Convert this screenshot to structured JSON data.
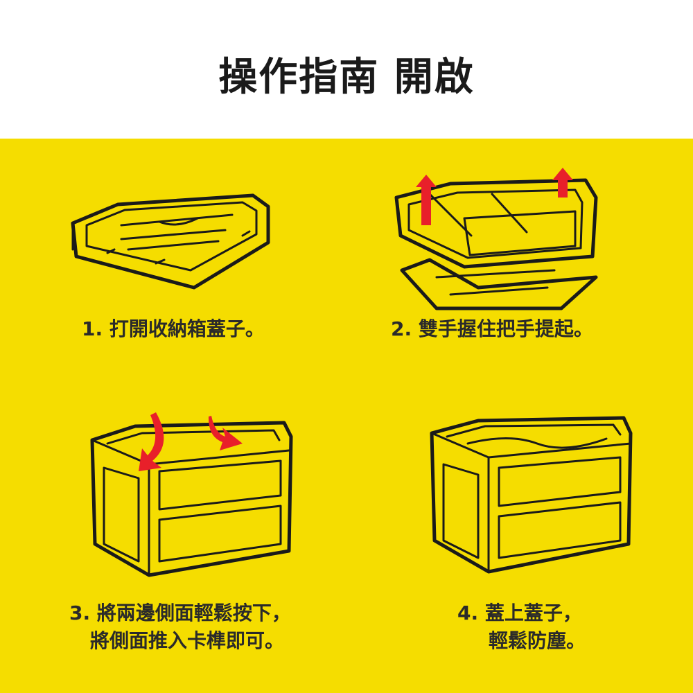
{
  "page": {
    "title": "操作指南 開啟",
    "colors": {
      "background": "#f5dd00",
      "line": "#1a1a1a",
      "arrow": "#e8202a",
      "header_bg": "#ffffff"
    }
  },
  "steps": [
    {
      "number": "1.",
      "lines": [
        "打開收納箱蓋子。"
      ],
      "illustration": "box-closed-flat-icon"
    },
    {
      "number": "2.",
      "lines": [
        "雙手握住把手提起。"
      ],
      "illustration": "box-lifting-icon"
    },
    {
      "number": "3.",
      "lines": [
        "將兩邊側面輕鬆按下，",
        "將側面推入卡榫即可。"
      ],
      "illustration": "box-press-sides-icon"
    },
    {
      "number": "4.",
      "lines": [
        "蓋上蓋子，",
        "輕鬆防塵。"
      ],
      "illustration": "box-closed-lid-icon"
    }
  ]
}
